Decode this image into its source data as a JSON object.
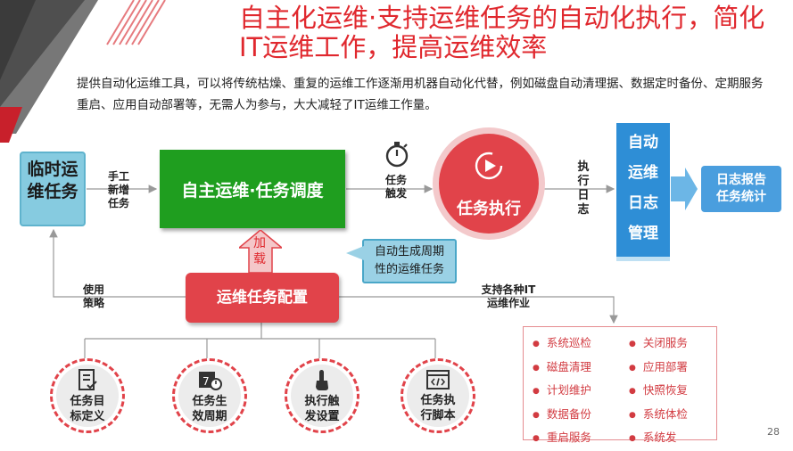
{
  "title": "自主化运维·支持运维任务的自动化执行，简化IT运维工作，提高运维效率",
  "description": "提供自动化运维工具，可以将传统枯燥、重复的运维工作逐渐用机器自动化代替，例如磁盘自动清理据、数据定时备份、定期服务重启、应用自动部署等，无需人为参与，大大减轻了IT运维工作量。",
  "nodes": {
    "temp_task": "临时运维任务",
    "manual_add": "手工新增任务",
    "auto_schedule": "自主运维·任务调度",
    "task_trigger": "任务触发",
    "task_execute": "任务执行",
    "exec_log": "执行日志",
    "auto_log": "自动运维日志管理",
    "log_report": "日志报告任务统计",
    "load": "加载",
    "auto_generate": "自动生成周期性的运维任务",
    "use_strategy": "使用策略",
    "task_config": "运维任务配置",
    "support_it": "支持各种IT运维作业"
  },
  "ops_list": {
    "left": [
      "系统巡检",
      "磁盘清理",
      "计划维护",
      "数据备份",
      "重启服务"
    ],
    "right": [
      "关闭服务",
      "应用部署",
      "快照恢复",
      "系统体检",
      "系统发"
    ]
  },
  "circles": [
    {
      "label": "任务目标定义",
      "icon": "checklist-icon"
    },
    {
      "label": "任务生效周期",
      "icon": "calendar-clock-icon"
    },
    {
      "label": "执行触发设置",
      "icon": "hand-pointer-icon"
    },
    {
      "label": "任务执行脚本",
      "icon": "code-window-icon"
    }
  ],
  "page_number": "28",
  "colors": {
    "red": "#e0282e",
    "green": "#1f9e1f",
    "light_blue": "#86cbe0",
    "blue": "#2e8ed6"
  }
}
